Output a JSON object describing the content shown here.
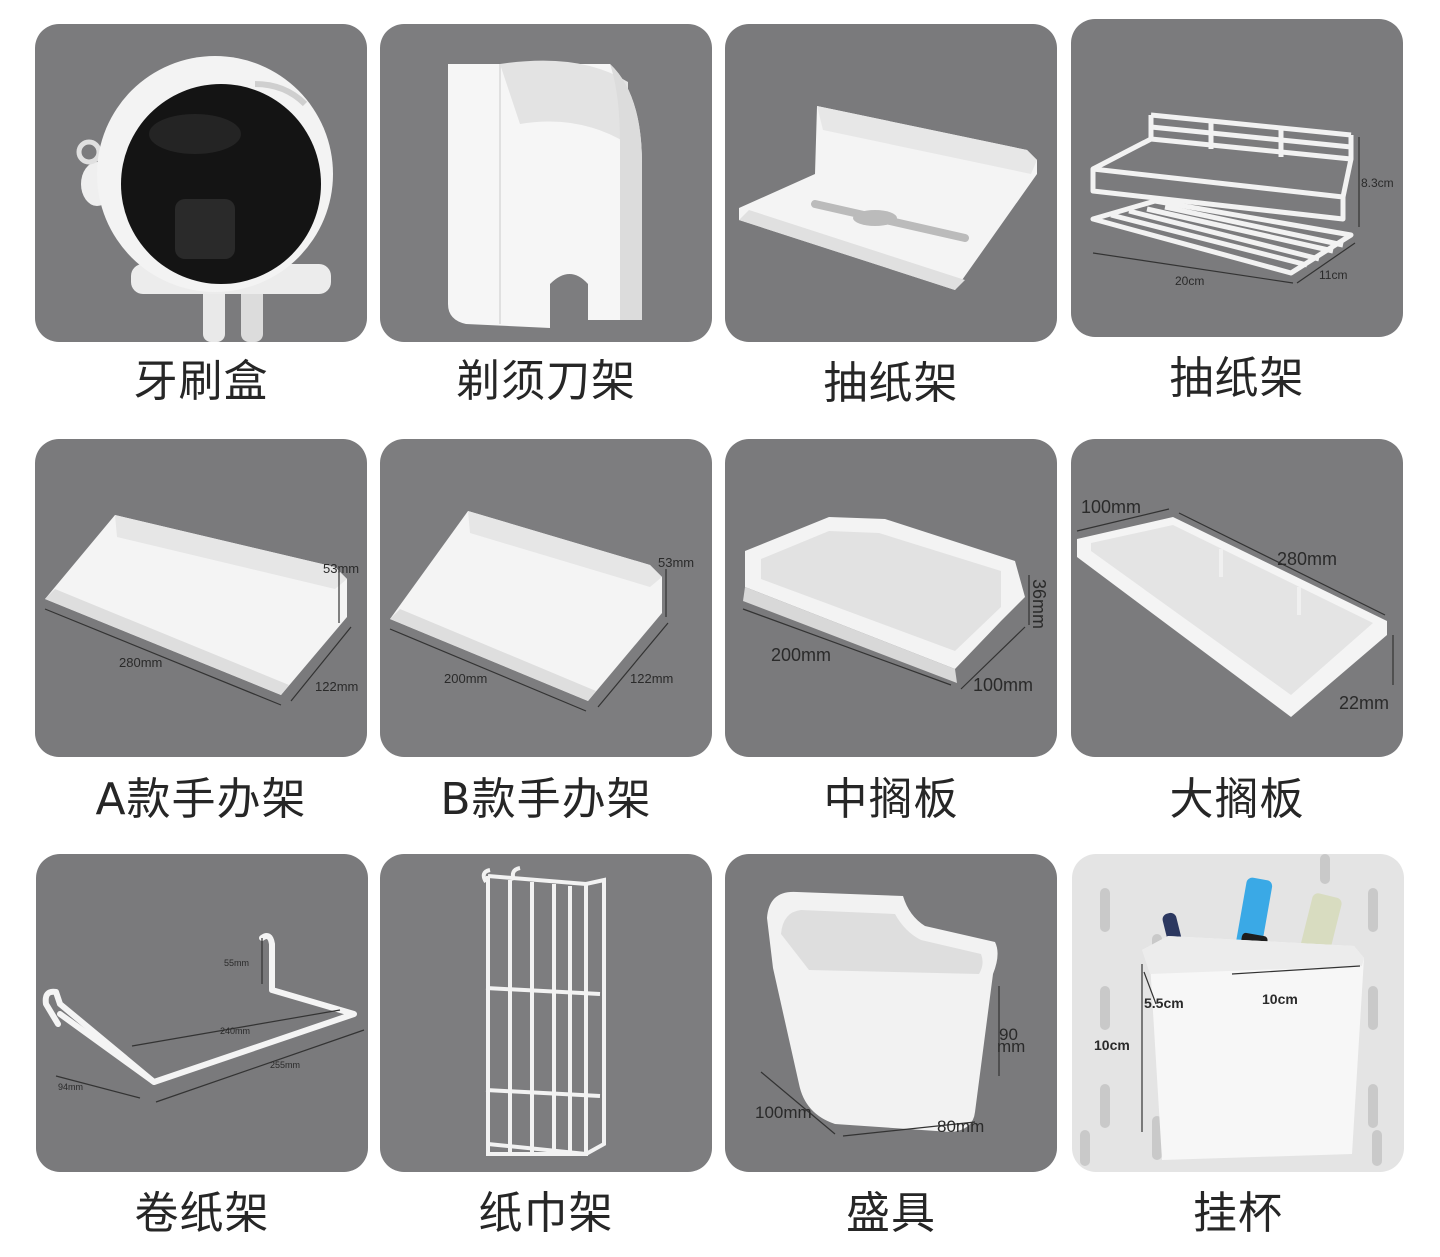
{
  "products": [
    {
      "label": "牙刷盒",
      "dims": []
    },
    {
      "label": "剃须刀架",
      "dims": []
    },
    {
      "label": "抽纸架",
      "dims": []
    },
    {
      "label": "抽纸架",
      "dims": [
        "8.3cm",
        "20cm",
        "11cm"
      ]
    },
    {
      "label": "A款手办架",
      "dims": [
        "53mm",
        "280mm",
        "122mm"
      ]
    },
    {
      "label": "B款手办架",
      "dims": [
        "53mm",
        "200mm",
        "122mm"
      ]
    },
    {
      "label": "中搁板",
      "dims": [
        "36mm",
        "200mm",
        "100mm"
      ]
    },
    {
      "label": "大搁板",
      "dims": [
        "100mm",
        "280mm",
        "22mm"
      ]
    },
    {
      "label": "卷纸架",
      "dims": [
        "55mm",
        "240mm",
        "255mm",
        "94mm"
      ]
    },
    {
      "label": "纸巾架",
      "dims": []
    },
    {
      "label": "盛具",
      "dims": [
        "90",
        "mm",
        "100mm",
        "80mm"
      ]
    },
    {
      "label": "挂杯",
      "dims": [
        "5.5cm",
        "10cm",
        "10cm"
      ]
    }
  ],
  "colors": {
    "card_bg": "#7a7a7c",
    "pegboard_bg": "#e6e6e6",
    "product_white": "#f4f4f4"
  }
}
